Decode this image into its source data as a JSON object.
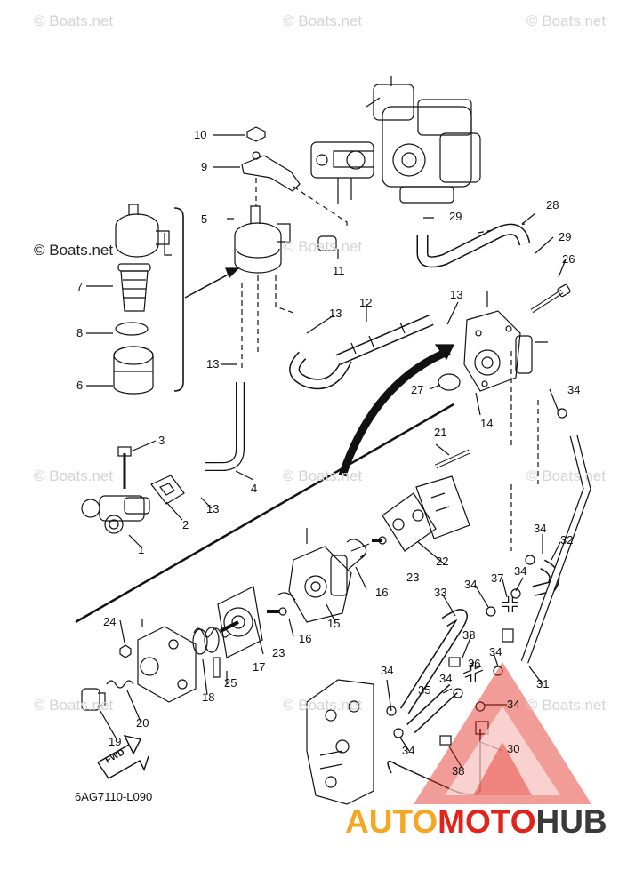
{
  "watermarks": {
    "top_left": "© Boats.net",
    "top_center": "© Boats.net",
    "top_right": "© Boats.net",
    "upper_left_dark": "© Boats.net",
    "mid_right": "© Boats.net",
    "mid_left": "© Boats.net",
    "center": "© Boats.net",
    "right": "© Boats.net",
    "lower_left": "© Boats.net",
    "lower_center": "© Boats.net",
    "lower_right": "© Boats.net"
  },
  "callouts": {
    "p1": "1",
    "p2": "2",
    "p3": "3",
    "p4": "4",
    "p5": "5",
    "p6": "6",
    "p7": "7",
    "p8": "8",
    "p9": "9",
    "p10": "10",
    "p11": "11",
    "p12": "12",
    "p13a": "13",
    "p13b": "13",
    "p13c": "13",
    "p13d": "13",
    "p14": "14",
    "p15": "15",
    "p16a": "16",
    "p16b": "16",
    "p17": "17",
    "p18": "18",
    "p19": "19",
    "p20": "20",
    "p21": "21",
    "p22": "22",
    "p23a": "23",
    "p23b": "23",
    "p24": "24",
    "p25": "25",
    "p26": "26",
    "p27": "27",
    "p28": "28",
    "p29a": "29",
    "p29b": "29",
    "p30": "30",
    "p31": "31",
    "p32": "32",
    "p33": "33",
    "p34a": "34",
    "p34b": "34",
    "p34c": "34",
    "p34d": "34",
    "p34e": "34",
    "p34f": "34",
    "p34g": "34",
    "p34h": "34",
    "p35": "35",
    "p36": "36",
    "p37": "37",
    "p38a": "38",
    "p38b": "38"
  },
  "diagram_code": "6AG7110-L090",
  "fwd_label": "FWD",
  "brand": {
    "part1": "AUTO",
    "part2": "MOTO",
    "part3": "HUB"
  },
  "colors": {
    "logo_orange": "#f5a623",
    "logo_red": "#e2231a",
    "logo_gray": "#3a3a3a",
    "line": "#111111",
    "watermark": "#d4d4d4"
  }
}
